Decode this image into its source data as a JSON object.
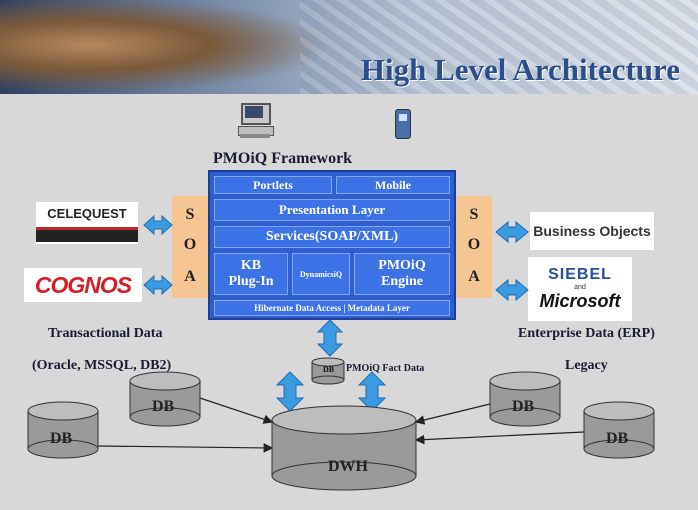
{
  "header": {
    "title": "High Level Architecture"
  },
  "framework": {
    "title": "PMOiQ Framework",
    "portlets": "Portlets",
    "mobile": "Mobile",
    "presentation": "Presentation Layer",
    "services": "Services(SOAP/XML)",
    "kb_line1": "KB",
    "kb_line2": "Plug-In",
    "dynamics": "DynamicsiQ",
    "engine_line1": "PMOiQ",
    "engine_line2": "Engine",
    "hibernate": "Hibernate Data Access | Metadata Layer"
  },
  "soa_letters": [
    "S",
    "O",
    "A"
  ],
  "left_logos": {
    "celequest": "CELEQUEST",
    "cognos": "COGNOS"
  },
  "right_logos": {
    "business_objects": "Business Objects",
    "siebel": "SIEBEL",
    "and": "and",
    "microsoft": "Microsoft"
  },
  "left_labels": {
    "line1": "Transactional Data",
    "line2": "(Oracle, MSSQL, DB2)"
  },
  "right_labels": {
    "line1": "Enterprise Data (ERP)",
    "line2": "Legacy"
  },
  "fact_data": {
    "db_label": "DB",
    "label": "PMOiQ Fact Data"
  },
  "databases": {
    "db": "DB",
    "dwh": "DWH"
  },
  "colors": {
    "framework_blue": "#2d5fd0",
    "soa_orange": "#f5c592",
    "arrow_blue": "#3a9be0",
    "db_gray": "#9a9a9a"
  }
}
